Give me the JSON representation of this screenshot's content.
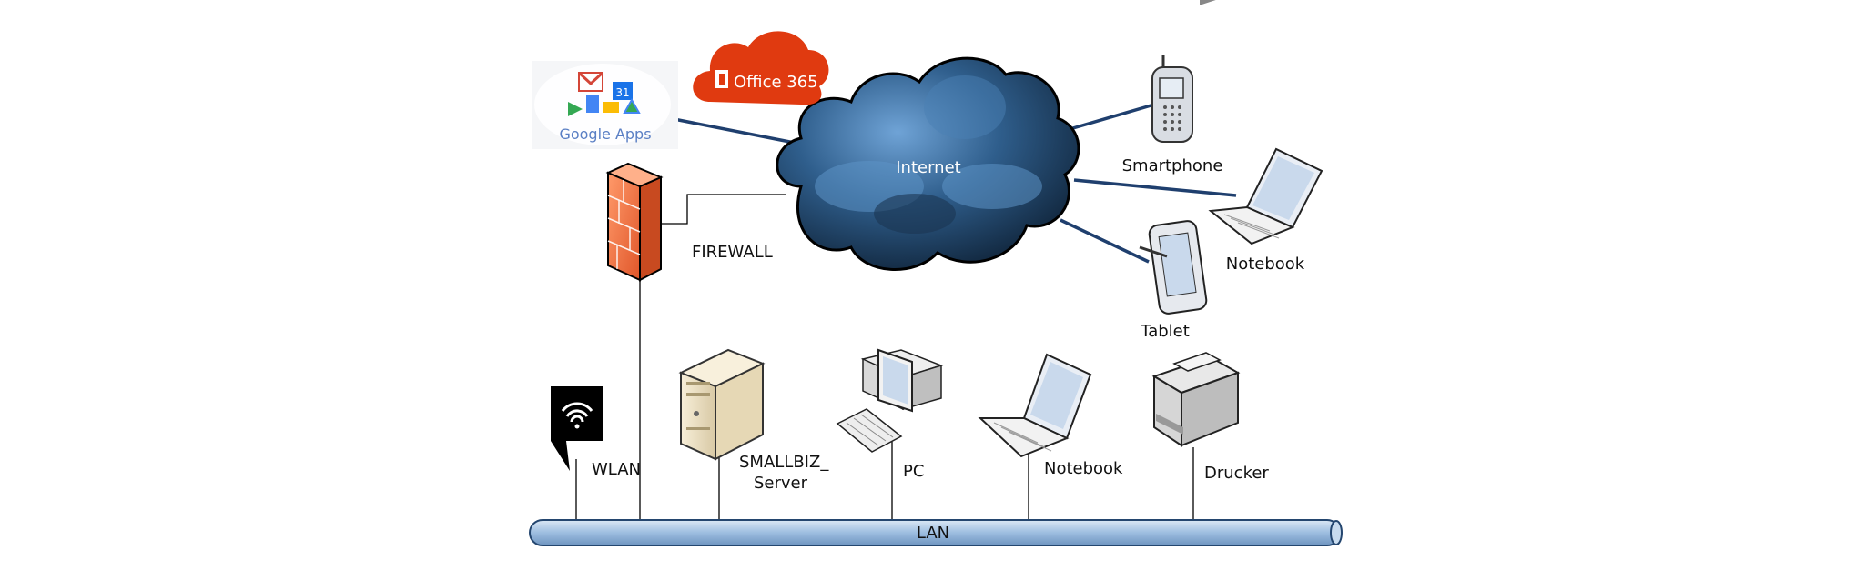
{
  "nodes": {
    "internet": "Internet",
    "office": "Office 365",
    "google_apps": "Google Apps",
    "calendar_day": "31",
    "smartphone": "Smartphone",
    "notebook_remote": "Notebook",
    "tablet": "Tablet",
    "firewall": "FIREWALL",
    "wlan": "WLAN",
    "server_line1": "SMALLBIZ_",
    "server_line2": "Server",
    "pc": "PC",
    "notebook_local": "Notebook",
    "printer": "Drucker",
    "lan": "LAN"
  },
  "colors": {
    "cloud_dark": "#0f2438",
    "cloud_light": "#5d93c7",
    "link_blue": "#1f3f6e",
    "office_red": "#e03a10",
    "firewall": "#f47a48",
    "lan_pipe": "#a9c6e4"
  },
  "icons": [
    "cloud-icon",
    "office365-icon",
    "google-apps-icon",
    "smartphone-icon",
    "notebook-icon",
    "tablet-icon",
    "firewall-icon",
    "wifi-icon",
    "server-icon",
    "pc-icon",
    "printer-icon"
  ]
}
